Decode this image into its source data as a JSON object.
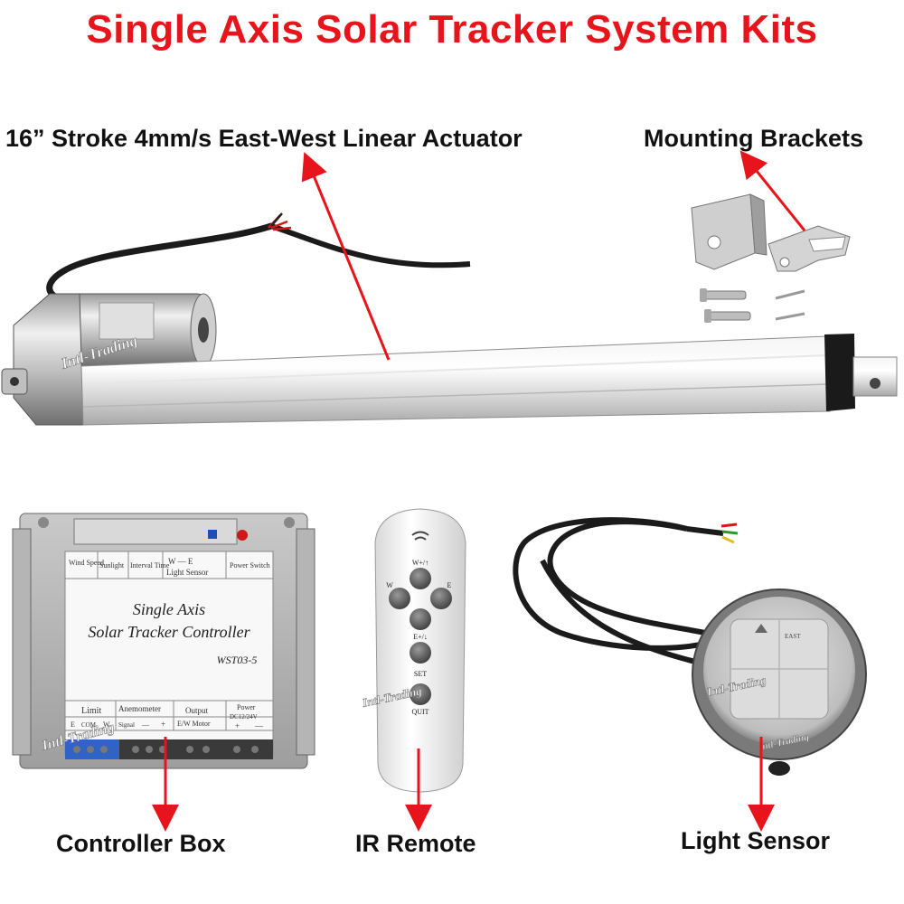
{
  "title": "Single Axis Solar Tracker System Kits",
  "labels": {
    "actuator": "16”  Stroke 4mm/s East-West Linear Actuator",
    "brackets": "Mounting Brackets",
    "controller": "Controller Box",
    "remote": "IR Remote",
    "sensor": "Light Sensor"
  },
  "watermark": "Intl-Trading",
  "controller_box": {
    "name_line1": "Single Axis",
    "name_line2": "Solar Tracker Controller",
    "model": "WST03-5",
    "top_cells": [
      "Wind Speed",
      "Sunlight",
      "Interval Time",
      "W — E",
      "Light Sensor",
      "Power Switch"
    ],
    "limit": "Limit",
    "limit_terms": [
      "E",
      "COM",
      "W"
    ],
    "anemometer": "Anemometer",
    "anemometer_terms": [
      "Signal",
      "—",
      "+"
    ],
    "output": "Output",
    "output_sub": "E/W Motor",
    "power": "Power",
    "power_sub": "DC12/24V",
    "power_terms": [
      "+",
      "—"
    ]
  },
  "remote": {
    "buttons": {
      "w_plus": "W+/↑",
      "w": "W",
      "e": "E",
      "e_plus": "E+/↓",
      "set": "SET",
      "quit": "QUIT"
    }
  },
  "sensor_face": "EAST",
  "colors": {
    "title": "#e8141b",
    "arrow": "#e8141b",
    "text": "#111111"
  }
}
